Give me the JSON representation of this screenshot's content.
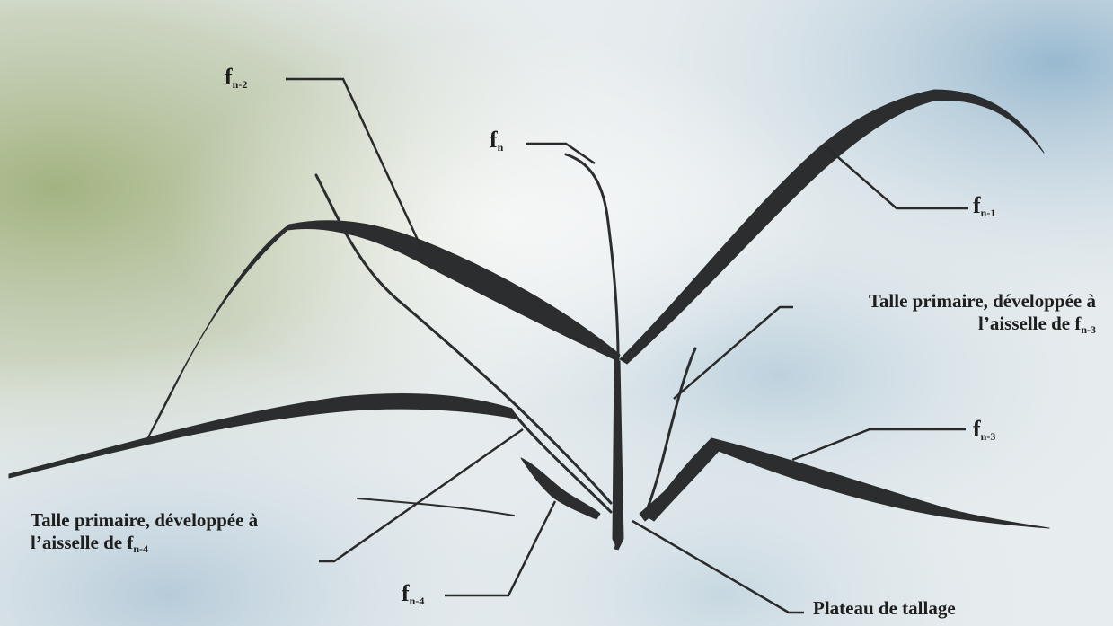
{
  "labels": {
    "fn": {
      "base": "f",
      "sub": "n"
    },
    "fn1": {
      "base": "f",
      "sub": "n-1"
    },
    "fn2": {
      "base": "f",
      "sub": "n-2"
    },
    "fn3": {
      "base": "f",
      "sub": "n-3"
    },
    "fn4": {
      "base": "f",
      "sub": "n-4"
    },
    "talle_n3": {
      "line1": "Talle primaire, développée à",
      "line2_prefix": "l’aisselle de f",
      "line2_sub": "n-3"
    },
    "talle_n4": {
      "line1": "Talle primaire, développée à",
      "line2_prefix": "l’aisselle de f",
      "line2_sub": "n-4"
    },
    "plateau": "Plateau de tallage"
  },
  "colors": {
    "leaf": "#2b2d2e",
    "leader": "#2a2a2a",
    "background_green": "#9fb07a",
    "background_blue": "#aac3d4"
  }
}
